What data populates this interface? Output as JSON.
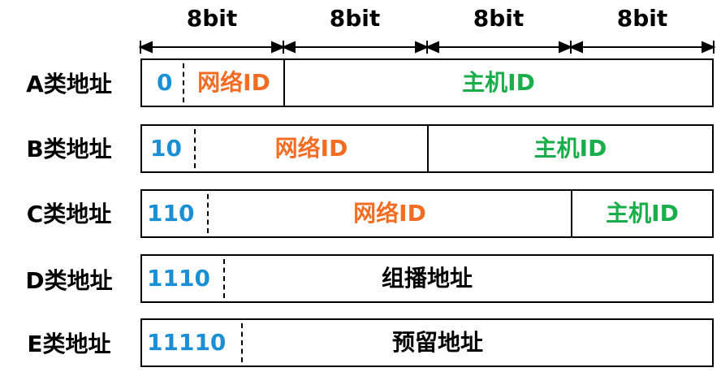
{
  "bit_labels": [
    "8bit",
    "8bit",
    "8bit",
    "8bit"
  ],
  "rows": [
    {
      "label": "A类地址",
      "prefix": "0",
      "network": "网络ID",
      "host": "主机ID"
    },
    {
      "label": "B类地址",
      "prefix": "10",
      "network": "网络ID",
      "host": "主机ID"
    },
    {
      "label": "C类地址",
      "prefix": "110",
      "network": "网络ID",
      "host": "主机ID"
    },
    {
      "label": "D类地址",
      "prefix": "1110",
      "body": "组播地址"
    },
    {
      "label": "E类地址",
      "prefix": "11110",
      "body": "预留地址"
    }
  ],
  "colors": {
    "prefix": "#1a8fd6",
    "network": "#f36c21",
    "host": "#1aae4b"
  }
}
